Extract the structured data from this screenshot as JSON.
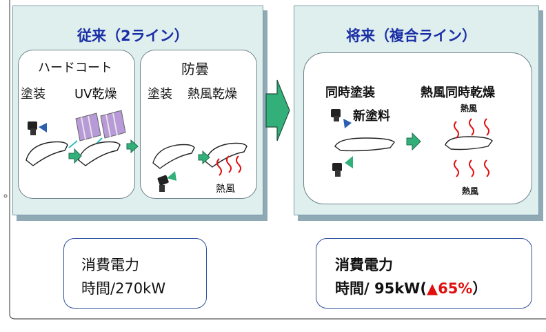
{
  "current": {
    "title": "従来（2ライン）",
    "line1": {
      "top_label": "ハードコート",
      "step1": "塗装",
      "step2": "UV乾燥"
    },
    "line2": {
      "top_label": "防曇",
      "step1": "塗装",
      "step2": "熱風乾燥",
      "hot_air": "熱風"
    }
  },
  "future": {
    "title": "将来（複合ライン）",
    "step1": "同時塗装",
    "new_paint": "新塗料",
    "step2": "熱風同時乾燥",
    "hot_air_top": "熱風",
    "hot_air_bottom": "熱風"
  },
  "power_current": {
    "line1": "消費電力",
    "line2": "時間/270kW"
  },
  "power_future": {
    "line1": "消費電力",
    "line2_prefix": "時間/ 95kW(",
    "reduction": "▲65%",
    "line2_suffix": "）"
  },
  "colors": {
    "panel_bg": "#dfefee",
    "title": "#1a2fa6",
    "arrow": "#33b07a",
    "red": "#e01010",
    "box_border": "#2d4f9c"
  }
}
